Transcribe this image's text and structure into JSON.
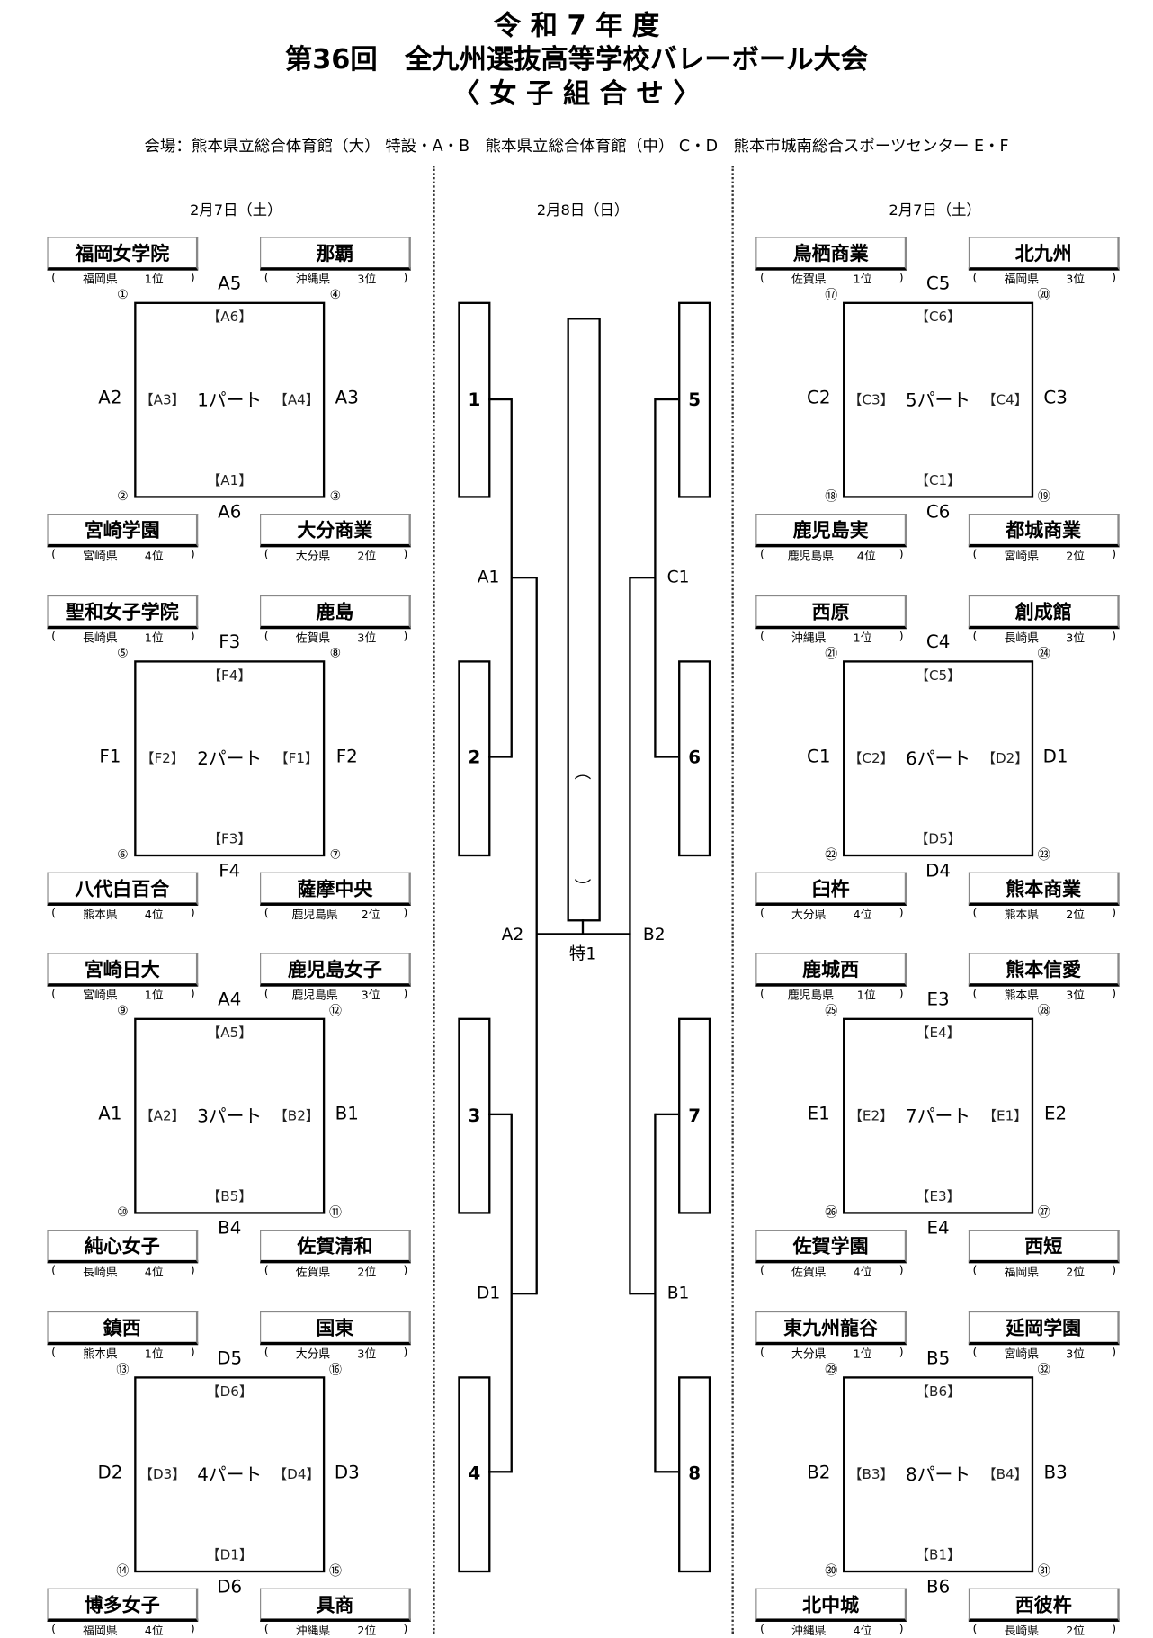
{
  "header": {
    "line1": "令 和 7 年 度",
    "line2": "第36回　全九州選抜高等学校バレーボール大会",
    "line3": "〈 女 子 組 合 せ 〉",
    "venue": "会場：熊本県立総合体育館（大） 特設・A・B　熊本県立総合体育館（中） C・D　熊本市城南総合スポーツセンター E・F"
  },
  "dates": {
    "left": "2月7日（土）",
    "center": "2月8日（日）",
    "right": "2月7日（土）"
  },
  "parts": [
    {
      "name": "1パート",
      "top": "A5",
      "bottom": "A6",
      "left": "A2",
      "right": "A3",
      "inner": {
        "top": "【A6】",
        "bottom": "【A1】",
        "left": "【A3】",
        "right": "【A4】"
      },
      "teams": [
        {
          "name": "福岡女学院",
          "pref": "福岡県",
          "rank": "1位",
          "no": "①"
        },
        {
          "name": "那覇",
          "pref": "沖縄県",
          "rank": "3位",
          "no": "④"
        },
        {
          "name": "宮崎学園",
          "pref": "宮崎県",
          "rank": "4位",
          "no": "②"
        },
        {
          "name": "大分商業",
          "pref": "大分県",
          "rank": "2位",
          "no": "③"
        }
      ]
    },
    {
      "name": "2パート",
      "top": "F3",
      "bottom": "F4",
      "left": "F1",
      "right": "F2",
      "inner": {
        "top": "【F4】",
        "bottom": "【F3】",
        "left": "【F2】",
        "right": "【F1】"
      },
      "teams": [
        {
          "name": "聖和女子学院",
          "pref": "長崎県",
          "rank": "1位",
          "no": "⑤"
        },
        {
          "name": "鹿島",
          "pref": "佐賀県",
          "rank": "3位",
          "no": "⑧"
        },
        {
          "name": "八代白百合",
          "pref": "熊本県",
          "rank": "4位",
          "no": "⑥"
        },
        {
          "name": "薩摩中央",
          "pref": "鹿児島県",
          "rank": "2位",
          "no": "⑦"
        }
      ]
    },
    {
      "name": "3パート",
      "top": "A4",
      "bottom": "B4",
      "left": "A1",
      "right": "B1",
      "inner": {
        "top": "【A5】",
        "bottom": "【B5】",
        "left": "【A2】",
        "right": "【B2】"
      },
      "teams": [
        {
          "name": "宮崎日大",
          "pref": "宮崎県",
          "rank": "1位",
          "no": "⑨"
        },
        {
          "name": "鹿児島女子",
          "pref": "鹿児島県",
          "rank": "3位",
          "no": "⑫"
        },
        {
          "name": "純心女子",
          "pref": "長崎県",
          "rank": "4位",
          "no": "⑩"
        },
        {
          "name": "佐賀清和",
          "pref": "佐賀県",
          "rank": "2位",
          "no": "⑪"
        }
      ]
    },
    {
      "name": "4パート",
      "top": "D5",
      "bottom": "D6",
      "left": "D2",
      "right": "D3",
      "inner": {
        "top": "【D6】",
        "bottom": "【D1】",
        "left": "【D3】",
        "right": "【D4】"
      },
      "teams": [
        {
          "name": "鎮西",
          "pref": "熊本県",
          "rank": "1位",
          "no": "⑬"
        },
        {
          "name": "国東",
          "pref": "大分県",
          "rank": "3位",
          "no": "⑯"
        },
        {
          "name": "博多女子",
          "pref": "福岡県",
          "rank": "4位",
          "no": "⑭"
        },
        {
          "name": "具商",
          "pref": "沖縄県",
          "rank": "2位",
          "no": "⑮"
        }
      ]
    },
    {
      "name": "5パート",
      "top": "C5",
      "bottom": "C6",
      "left": "C2",
      "right": "C3",
      "inner": {
        "top": "【C6】",
        "bottom": "【C1】",
        "left": "【C3】",
        "right": "【C4】"
      },
      "teams": [
        {
          "name": "鳥栖商業",
          "pref": "佐賀県",
          "rank": "1位",
          "no": "⑰"
        },
        {
          "name": "北九州",
          "pref": "福岡県",
          "rank": "3位",
          "no": "⑳"
        },
        {
          "name": "鹿児島実",
          "pref": "鹿児島県",
          "rank": "4位",
          "no": "⑱"
        },
        {
          "name": "都城商業",
          "pref": "宮崎県",
          "rank": "2位",
          "no": "⑲"
        }
      ]
    },
    {
      "name": "6パート",
      "top": "C4",
      "bottom": "D4",
      "left": "C1",
      "right": "D1",
      "inner": {
        "top": "【C5】",
        "bottom": "【D5】",
        "left": "【C2】",
        "right": "【D2】"
      },
      "teams": [
        {
          "name": "西原",
          "pref": "沖縄県",
          "rank": "1位",
          "no": "㉑"
        },
        {
          "name": "創成館",
          "pref": "長崎県",
          "rank": "3位",
          "no": "㉔"
        },
        {
          "name": "臼杵",
          "pref": "大分県",
          "rank": "4位",
          "no": "㉒"
        },
        {
          "name": "熊本商業",
          "pref": "熊本県",
          "rank": "2位",
          "no": "㉓"
        }
      ]
    },
    {
      "name": "7パート",
      "top": "E3",
      "bottom": "E4",
      "left": "E1",
      "right": "E2",
      "inner": {
        "top": "【E4】",
        "bottom": "【E3】",
        "left": "【E2】",
        "right": "【E1】"
      },
      "teams": [
        {
          "name": "鹿城西",
          "pref": "鹿児島県",
          "rank": "1位",
          "no": "㉕"
        },
        {
          "name": "熊本信愛",
          "pref": "熊本県",
          "rank": "3位",
          "no": "㉘"
        },
        {
          "name": "佐賀学園",
          "pref": "佐賀県",
          "rank": "4位",
          "no": "㉖"
        },
        {
          "name": "西短",
          "pref": "福岡県",
          "rank": "2位",
          "no": "㉗"
        }
      ]
    },
    {
      "name": "8パート",
      "top": "B5",
      "bottom": "B6",
      "left": "B2",
      "right": "B3",
      "inner": {
        "top": "【B6】",
        "bottom": "【B1】",
        "left": "【B3】",
        "right": "【B4】"
      },
      "teams": [
        {
          "name": "東九州龍谷",
          "pref": "大分県",
          "rank": "1位",
          "no": "㉙"
        },
        {
          "name": "延岡学園",
          "pref": "宮崎県",
          "rank": "3位",
          "no": "㉜"
        },
        {
          "name": "北中城",
          "pref": "沖縄県",
          "rank": "4位",
          "no": "㉚"
        },
        {
          "name": "西彼杵",
          "pref": "長崎県",
          "rank": "2位",
          "no": "㉛"
        }
      ]
    }
  ],
  "bracket": {
    "slots": [
      "1",
      "2",
      "3",
      "4",
      "5",
      "6",
      "7",
      "8"
    ],
    "labels": {
      "a1": "A1",
      "c1": "C1",
      "a2": "A2",
      "b2": "B2",
      "d1": "D1",
      "b1": "B1"
    },
    "final": "特1",
    "paren_open": "︵",
    "paren_close": "︶",
    "open_paren": "(",
    "close_paren": ")"
  }
}
